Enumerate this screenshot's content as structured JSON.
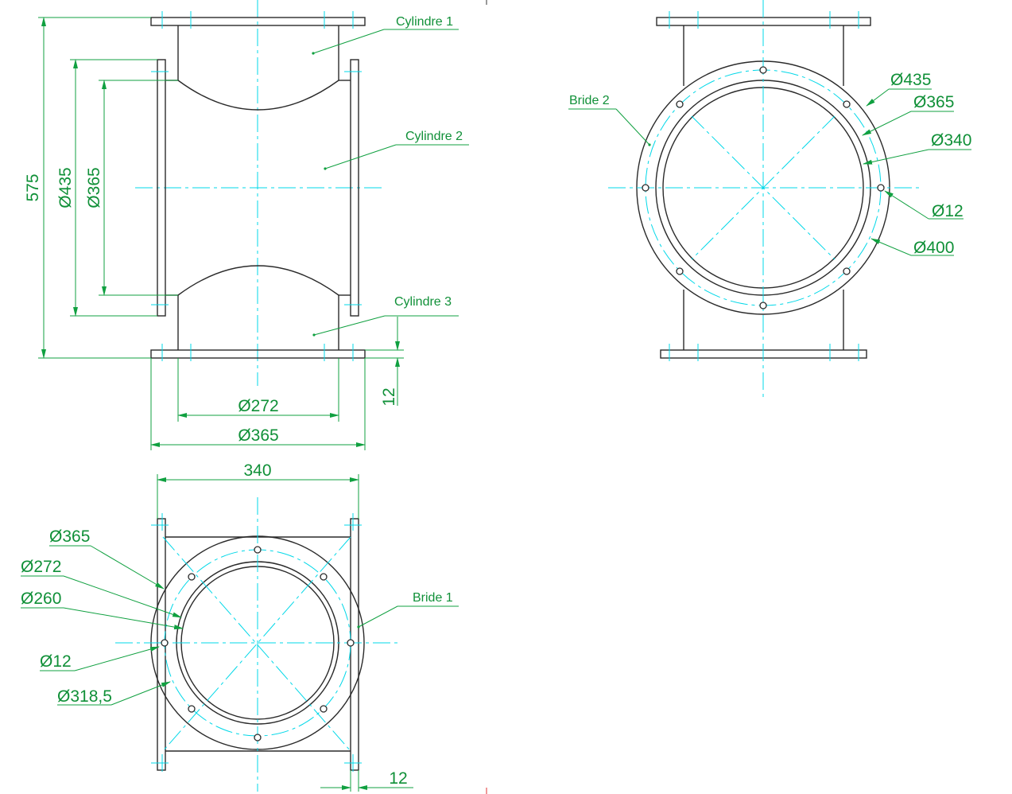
{
  "labels": {
    "cylindre1": "Cylindre 1",
    "cylindre2": "Cylindre 2",
    "cylindre3": "Cylindre 3",
    "bride1": "Bride 1",
    "bride2": "Bride 2"
  },
  "front_view": {
    "height": "575",
    "d435": "Ø435",
    "d365": "Ø365",
    "d272": "Ø272",
    "d365_bottom": "Ø365",
    "thickness": "12"
  },
  "side_view": {
    "d435": "Ø435",
    "d365": "Ø365",
    "d340": "Ø340",
    "d12": "Ø12",
    "d400": "Ø400"
  },
  "bottom_view": {
    "width": "340",
    "d365": "Ø365",
    "d272": "Ø272",
    "d260": "Ø260",
    "d12": "Ø12",
    "d318": "Ø318,5",
    "thickness": "12"
  }
}
